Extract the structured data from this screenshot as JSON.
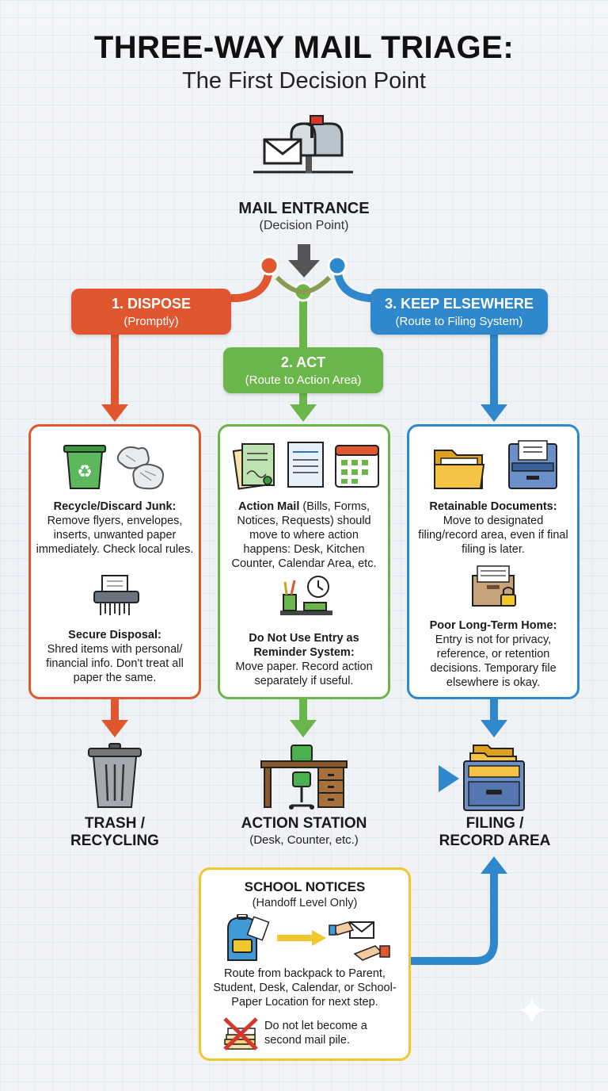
{
  "title": "THREE-WAY MAIL TRIAGE:",
  "subtitle": "The First Decision Point",
  "entrance": {
    "label": "MAIL ENTRANCE",
    "sub": "(Decision Point)"
  },
  "branches": {
    "dispose": {
      "title": "1. DISPOSE",
      "sub": "(Promptly)",
      "color": "#e0562f"
    },
    "act": {
      "title": "2. ACT",
      "sub": "(Route to Action Area)",
      "color": "#6bb64a"
    },
    "keep": {
      "title": "3. KEEP ELSEWHERE",
      "sub": "(Route to Filing System)",
      "color": "#2f87cc"
    }
  },
  "cards": {
    "dispose": {
      "h1": "Recycle/Discard Junk:",
      "t1": "Remove flyers, envelopes, inserts, unwanted paper immediately. Check local rules.",
      "h2": "Secure Disposal:",
      "t2": "Shred items with personal/ financial info. Don't treat all paper the same."
    },
    "act": {
      "h1": "Action Mail",
      "t1": "(Bills, Forms, Notices, Requests) should move to where action happens: Desk, Kitchen Counter, Calendar Area, etc.",
      "h2": "Do Not Use Entry as Reminder System:",
      "t2": "Move paper. Record action separately if useful."
    },
    "keep": {
      "h1": "Retainable Documents:",
      "t1": "Move to designated filing/record area, even if final filing is later.",
      "h2": "Poor Long-Term Home:",
      "t2": "Entry is not for privacy, reference, or retention decisions. Temporary file elsewhere is okay."
    }
  },
  "destinations": {
    "trash": {
      "line1": "TRASH /",
      "line2": "RECYCLING"
    },
    "action": {
      "line1": "ACTION STATION",
      "sub": "(Desk, Counter, etc.)"
    },
    "filing": {
      "line1": "FILING /",
      "line2": "RECORD AREA"
    }
  },
  "school": {
    "title": "SCHOOL NOTICES",
    "sub": "(Handoff Level Only)",
    "text": "Route from backpack to Parent, Student, Desk, Calendar, or School-Paper Location for next step.",
    "warning": "Do not let become a second mail pile."
  },
  "colors": {
    "red": "#e0562f",
    "green": "#6bb64a",
    "blue": "#2f87cc",
    "yellow": "#f2c62d"
  }
}
